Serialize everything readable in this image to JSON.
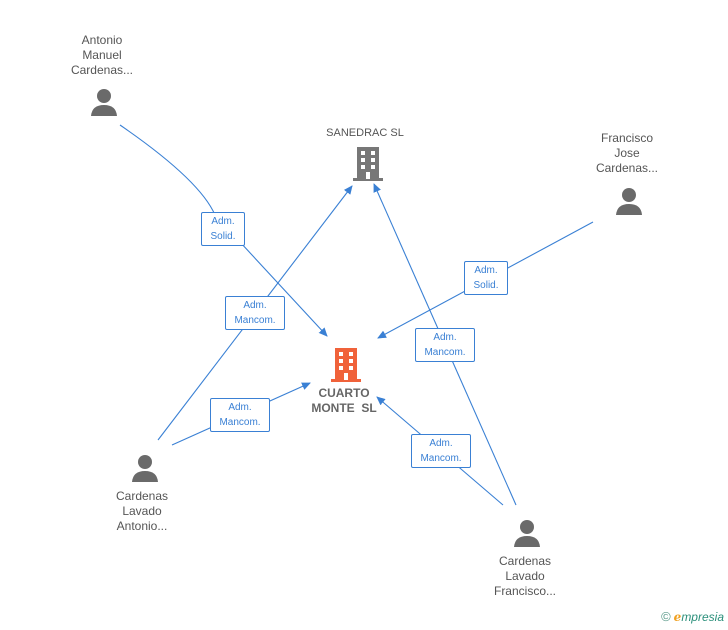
{
  "main_company": {
    "name_line1": "CUARTO",
    "name_line2": "MONTE  SL"
  },
  "other_company": {
    "name": "SANEDRAC SL"
  },
  "persons": [
    {
      "id": "antonio-manuel",
      "lines": [
        "Antonio",
        "Manuel",
        "Cardenas..."
      ]
    },
    {
      "id": "francisco-jose",
      "lines": [
        "Francisco",
        "Jose",
        "Cardenas..."
      ]
    },
    {
      "id": "cardenas-lavado-antonio",
      "lines": [
        "Cardenas",
        "Lavado",
        "Antonio..."
      ]
    },
    {
      "id": "cardenas-lavado-francisco",
      "lines": [
        "Cardenas",
        "Lavado",
        "Francisco..."
      ]
    }
  ],
  "relations": [
    {
      "id": "rel-antonio-manuel-cuarto",
      "lines": [
        "Adm.",
        "Solid."
      ]
    },
    {
      "id": "rel-francisco-jose-cuarto",
      "lines": [
        "Adm.",
        "Solid."
      ]
    },
    {
      "id": "rel-cla-sanedrac",
      "lines": [
        "Adm.",
        "Mancom."
      ]
    },
    {
      "id": "rel-cla-cuarto",
      "lines": [
        "Adm.",
        "Mancom."
      ]
    },
    {
      "id": "rel-clf-sanedrac",
      "lines": [
        "Adm.",
        "Mancom."
      ]
    },
    {
      "id": "rel-clf-cuarto",
      "lines": [
        "Adm.",
        "Mancom."
      ]
    }
  ],
  "colors": {
    "edge": "#3a80d4",
    "main_icon": "#f0623a",
    "company_icon": "#777777",
    "person_icon": "#6a6a6a"
  },
  "icons": {
    "person": "person-icon",
    "company": "building-icon"
  },
  "brand": {
    "copyright": "©",
    "e": "e",
    "rest": "mpresia"
  }
}
